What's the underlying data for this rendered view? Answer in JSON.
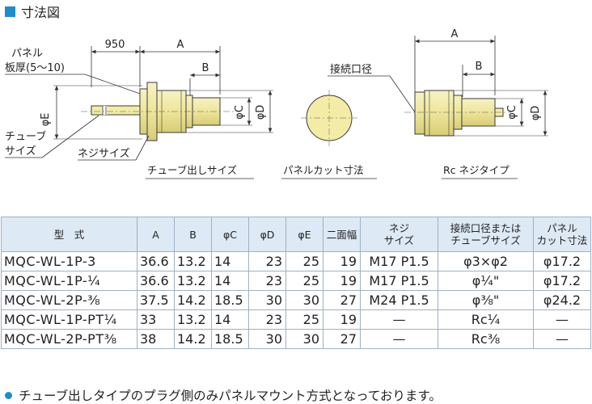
{
  "section_title": "寸法図",
  "diagram": {
    "dim_950": "950",
    "dim_A": "A",
    "dim_B": "B",
    "panel_line1": "パネル",
    "panel_line2": "板厚(5〜10)",
    "phiE": "φE",
    "phiC": "φC",
    "phiD": "φD",
    "tube_line1": "チューブ",
    "tube_line2": "サイズ",
    "thread_size": "ネジサイズ",
    "caption_tube": "チューブ出しサイズ",
    "caption_panel": "パネルカット寸法",
    "caption_rc": "Rc ネジタイプ",
    "port_diameter": "接続口径",
    "colors": {
      "body": "#f3eca6",
      "stroke": "#3a3a3a"
    }
  },
  "table": {
    "headers": [
      [
        "型　式"
      ],
      [
        "A"
      ],
      [
        "B"
      ],
      [
        "φC"
      ],
      [
        "φD"
      ],
      [
        "φE"
      ],
      [
        "二面幅"
      ],
      [
        "ネジ",
        "サイズ"
      ],
      [
        "接続口径または",
        "チューブサイズ"
      ],
      [
        "パネル",
        "カット寸法"
      ]
    ],
    "rows": [
      [
        "MQC-WL-1P-3",
        "36.6",
        "13.2",
        "14",
        "23",
        "25",
        "19",
        "M17 P1.5",
        "φ3×φ2",
        "φ17.2"
      ],
      [
        "MQC-WL-1P-¼",
        "36.6",
        "13.2",
        "14",
        "23",
        "25",
        "19",
        "M17 P1.5",
        "φ¼\"",
        "φ17.2"
      ],
      [
        "MQC-WL-2P-⅜",
        "37.5",
        "14.2",
        "18.5",
        "30",
        "30",
        "27",
        "M24 P1.5",
        "φ⅜\"",
        "φ24.2"
      ],
      [
        "MQC-WL-1P-PT¼",
        "33",
        "13.2",
        "14",
        "23",
        "25",
        "19",
        "—",
        "Rc¼",
        "—"
      ],
      [
        "MQC-WL-2P-PT⅜",
        "38",
        "14.2",
        "18.5",
        "30",
        "30",
        "27",
        "—",
        "Rc⅜",
        "—"
      ]
    ],
    "header_bg": "#dde9f4",
    "border_color": "#9fb1c2"
  },
  "note": "チューブ出しタイプのプラグ側のみパネルマウント方式となっております。",
  "accent_color": "#1f8dc9"
}
